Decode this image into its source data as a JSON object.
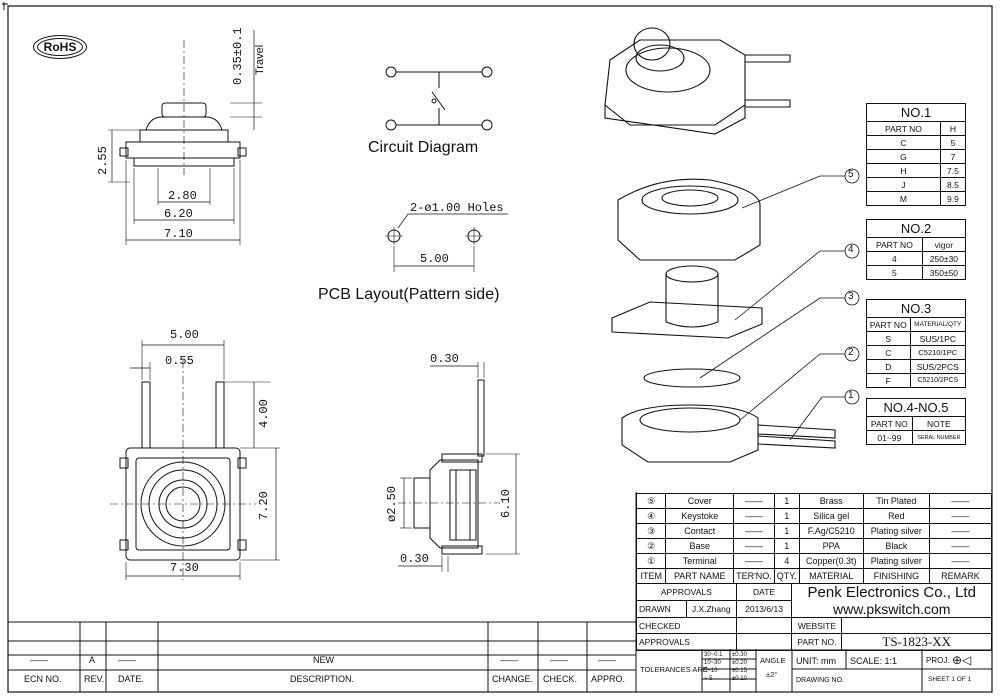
{
  "compliance": {
    "rohs": "RoHS"
  },
  "dimensions": {
    "travel_value": "0.35±0.1",
    "travel_label": "Travel",
    "height": "2.55",
    "w1": "2.80",
    "w2": "6.20",
    "w3": "7.10",
    "top_w": "5.00",
    "top_offset": "0.55",
    "pin_len": "4.00",
    "body_h": "7.20",
    "body_w": "7.30",
    "side_thk": "0.30",
    "side_dia": "ø2.50",
    "side_h": "6.10",
    "side_bottom": "0.30"
  },
  "circuit": {
    "title": "Circuit Diagram"
  },
  "pcb": {
    "holes": "2-ø1.00 Holes",
    "spacing": "5.00",
    "title": "PCB Layout(Pattern side)"
  },
  "callouts": [
    "5",
    "4",
    "3",
    "2",
    "1"
  ],
  "table_no1": {
    "title": "NO.1",
    "headers": [
      "PART NO",
      "H"
    ],
    "rows": [
      [
        "C",
        "5"
      ],
      [
        "G",
        "7"
      ],
      [
        "H",
        "7.5"
      ],
      [
        "J",
        "8.5"
      ],
      [
        "M",
        "9.9"
      ]
    ]
  },
  "table_no2": {
    "title": "NO.2",
    "headers": [
      "PART NO",
      "vigor"
    ],
    "rows": [
      [
        "4",
        "250±30"
      ],
      [
        "5",
        "350±50"
      ]
    ]
  },
  "table_no3": {
    "title": "NO.3",
    "headers": [
      "PART NO",
      "MATERIAL/QTY"
    ],
    "rows": [
      [
        "S",
        "SUS/1PC"
      ],
      [
        "C",
        "C5210/1PC"
      ],
      [
        "D",
        "SUS/2PCS"
      ],
      [
        "F",
        "C5210/2PCS"
      ]
    ]
  },
  "table_no45": {
    "title": "NO.4-NO.5",
    "headers": [
      "PART NO",
      "NOTE"
    ],
    "rows": [
      [
        "01~99",
        "SERAL NUMBER"
      ]
    ]
  },
  "bom": {
    "rows": [
      [
        "⑤",
        "Cover",
        "——",
        "1",
        "Brass",
        "Tin Plated",
        "——"
      ],
      [
        "④",
        "Keystoke",
        "——",
        "1",
        "Silica gel",
        "Red",
        "——"
      ],
      [
        "③",
        "Contact",
        "——",
        "1",
        "F.Ag/C5210",
        "Plating silver",
        "——"
      ],
      [
        "②",
        "Base",
        "——",
        "1",
        "PPA",
        "Black",
        "——"
      ],
      [
        "①",
        "Terminal",
        "——",
        "4",
        "Copper(0.3t)",
        "Plating silver",
        "——"
      ]
    ],
    "headers": [
      "ITEM",
      "PART NAME",
      "TER'NO.",
      "QTY.",
      "MATERIAL",
      "FINISHING",
      "REMARK"
    ]
  },
  "title_block": {
    "approvals": "APPROVALS",
    "date": "DATE",
    "drawn": "DRAWN",
    "drawn_by": "J.X.Zhang",
    "drawn_date": "2013/6/13",
    "checked": "CHECKED",
    "approvals2": "APPROVALS",
    "tolerances": "TOLERANCES ARE",
    "tol_ranges": [
      "30~0.1",
      "10~30",
      "5~10",
      "~ 5"
    ],
    "tol_values": [
      "±0.30",
      "±0.20",
      "±0.15",
      "±0.10"
    ],
    "angle": "ANGLE",
    "angle_value": "±2°",
    "company": "Penk Electronics Co., Ltd",
    "website_url": "www.pkswitch.com",
    "website_label": "WEBSITE",
    "part_no_label": "PART NO.",
    "part_no": "TS-1823-XX",
    "unit": "UNIT: mm",
    "scale": "SCALE: 1:1",
    "proj": "PROJ.",
    "drawing_no": "DRAWING NO.",
    "sheet": "SHEET 1 OF 1"
  },
  "revision": {
    "row": [
      "——",
      "A",
      "——",
      "NEW",
      "——",
      "——",
      "——"
    ],
    "headers": [
      "ECN NO.",
      "REV.",
      "DATE.",
      "DESCRIPTION.",
      "CHANGE.",
      "CHECK.",
      "APPRO."
    ]
  }
}
